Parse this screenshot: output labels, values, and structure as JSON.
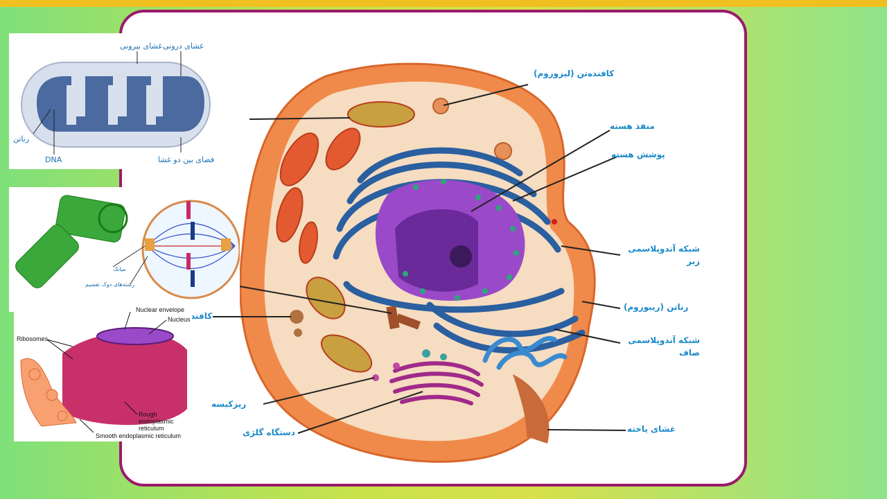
{
  "cell_labels": {
    "lysosome": "کافنده‌تن (لیزوزوم)",
    "nuclear_pore": "منفذ هسته",
    "nuclear_envelope": "پوشش هسته",
    "rough_er": "شبکه آندوپلاسمی زبر",
    "ribosome": "رناتن (ریبوزوم)",
    "smooth_er": "شبکه آندوپلاسمی صاف",
    "cell_membrane": "غشای یاخته",
    "golgi": "دستگاه گلژی",
    "vesicle": "ریزکیسه",
    "centriole": "کافند"
  },
  "mito_panel": {
    "inner_membrane": "غشای درونی",
    "outer_membrane": "غشای بیرونی",
    "ribosome": "رناتن",
    "dna": "DNA",
    "intermembrane_space": "فضای بین دو غشا"
  },
  "spindle_panel": {
    "centriole": "میانک",
    "spindle_fibers": "رشته‌های دوک تقسیم"
  },
  "er_panel": {
    "nuclear_envelope": "Nuclear envelope",
    "nucleus": "Nucleus",
    "ribosomes": "Ribosomes",
    "rough_er": "Rough endoplasmic reticulum",
    "smooth_er": "Smooth endoplasmic reticulum"
  },
  "colors": {
    "frame": "#9a1a6a",
    "label": "#1a8ac8",
    "cytoplasm": "#f4d6b0",
    "membrane": "#e87a3a",
    "er": "#2a5fa0",
    "nucleus": "#8a3fb0"
  }
}
